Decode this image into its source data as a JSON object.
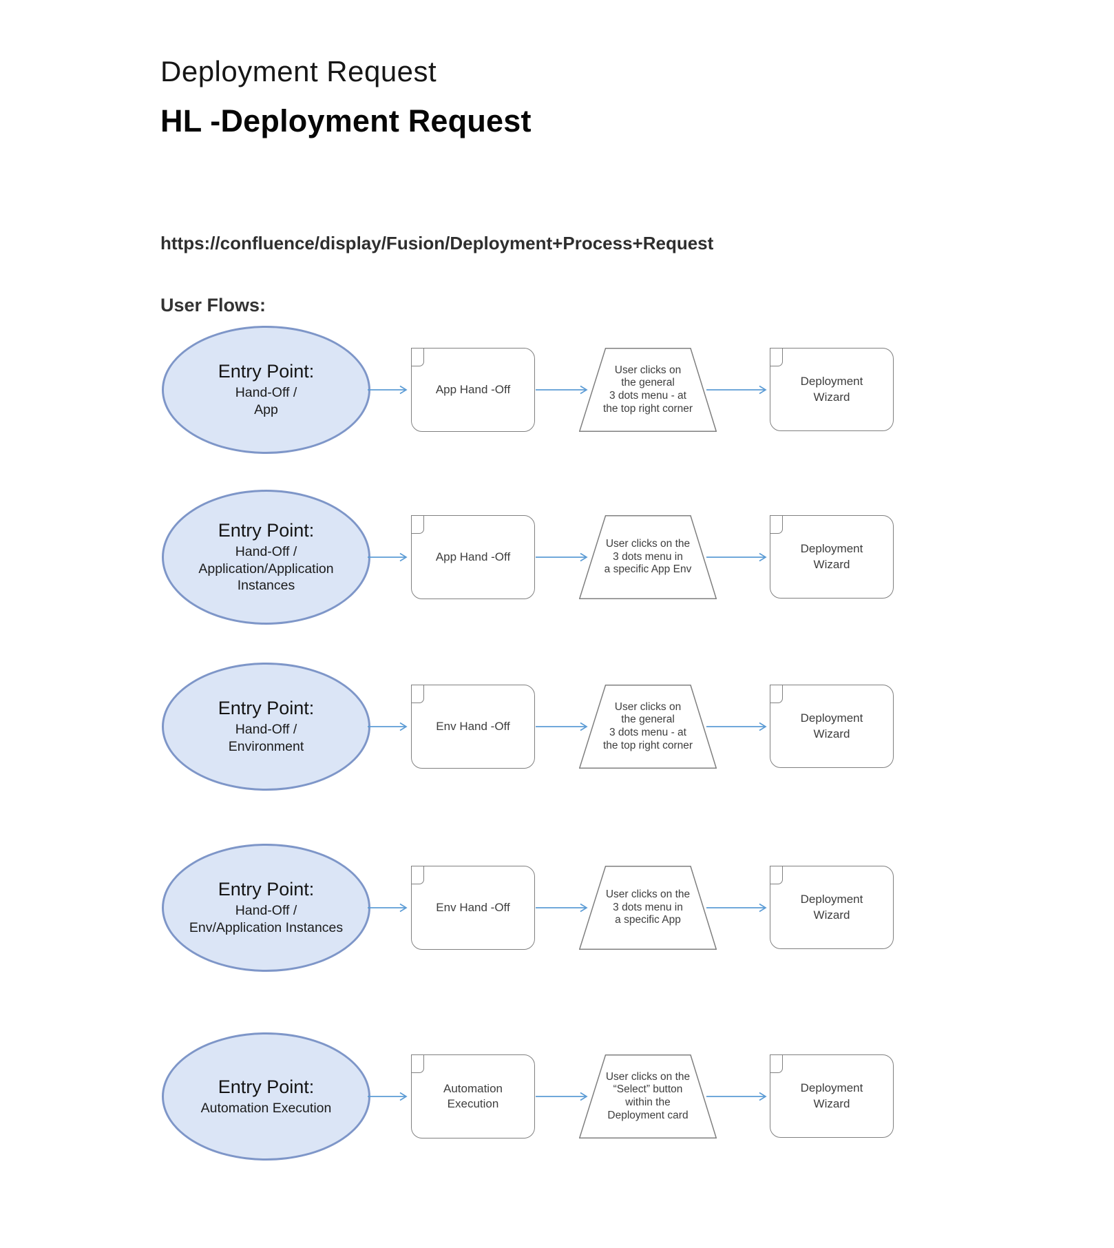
{
  "header": {
    "title": "Deployment Request",
    "heading": "HL -Deployment Request",
    "url": "https://confluence/display/Fusion/Deployment+Process+Request",
    "section_label": "User Flows:"
  },
  "colors": {
    "ellipse_fill": "#dbe5f6",
    "ellipse_border": "#7e96c8",
    "shape_border": "#7f7f7f",
    "arrow": "#5b9bd5",
    "diagram_text": "#3d3d3d"
  },
  "flows": [
    {
      "entry": {
        "title": "Entry Point:",
        "lines": [
          "Hand-Off /",
          "App"
        ]
      },
      "process": [
        "App Hand -Off"
      ],
      "action": [
        "User clicks on",
        "the general",
        "3 dots menu - at",
        "the  top right corner"
      ],
      "target": [
        "Deployment",
        "Wizard"
      ]
    },
    {
      "entry": {
        "title": "Entry Point:",
        "lines": [
          "Hand-Off /",
          "Application/Application",
          "Instances"
        ]
      },
      "process": [
        "App Hand -Off"
      ],
      "action": [
        "User clicks on the",
        "3 dots menu in",
        "a specific App Env"
      ],
      "target": [
        "Deployment",
        "Wizard"
      ]
    },
    {
      "entry": {
        "title": "Entry Point:",
        "lines": [
          "Hand-Off /",
          "Environment"
        ]
      },
      "process": [
        "Env Hand -Off"
      ],
      "action": [
        "User clicks on",
        "the general",
        "3 dots menu - at",
        "the  top right corner"
      ],
      "target": [
        "Deployment",
        "Wizard"
      ]
    },
    {
      "entry": {
        "title": "Entry Point:",
        "lines": [
          "Hand-Off /",
          "Env/Application Instances"
        ]
      },
      "process": [
        "Env Hand -Off"
      ],
      "action": [
        "User clicks on the",
        "3 dots menu in",
        "a specific App"
      ],
      "target": [
        "Deployment",
        "Wizard"
      ]
    },
    {
      "entry": {
        "title": "Entry Point:",
        "lines": [
          "Automation Execution"
        ]
      },
      "process": [
        "Automation",
        "Execution"
      ],
      "action": [
        "User clicks on the",
        "“Select” button",
        "within the",
        "Deployment card"
      ],
      "target": [
        "Deployment",
        "Wizard"
      ]
    }
  ]
}
